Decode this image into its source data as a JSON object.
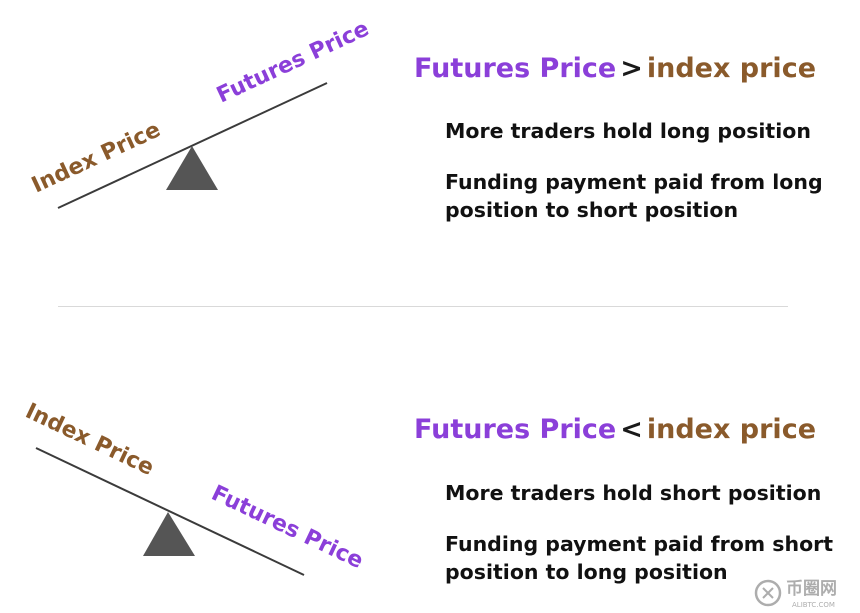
{
  "colors": {
    "futures": "#8b3fd9",
    "index": "#8a5a2b",
    "text": "#111111",
    "beam": "#3b3b3b",
    "fulcrum": "#555555",
    "divider": "#d9d9d9"
  },
  "top": {
    "beam_label_high": "Futures Price",
    "beam_label_low": "Index Price",
    "headline": {
      "left": "Futures Price",
      "op": ">",
      "right": "index price"
    },
    "points": [
      "More traders hold long position",
      "Funding payment paid from long position to short position"
    ]
  },
  "bottom": {
    "beam_label_high": "Index Price",
    "beam_label_low": "Futures Price",
    "headline": {
      "left": "Futures Price",
      "op": "<",
      "right": "index price"
    },
    "points": [
      "More traders hold short position",
      "Funding payment paid from short position to long position"
    ]
  },
  "watermark": {
    "logo_text": "币圈网",
    "site": "ALIBTC.COM"
  }
}
